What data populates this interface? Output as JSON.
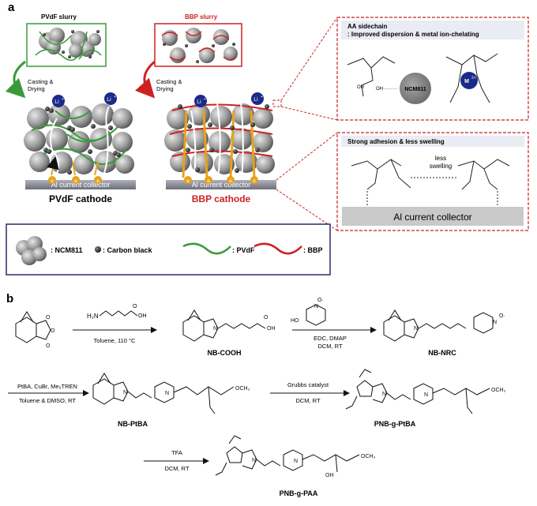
{
  "panel_a": {
    "label": "a",
    "pvdf_slurry": "PVdF slurry",
    "bbp_slurry": "BBP slurry",
    "casting_left": "Casting &",
    "drying_left": "Drying",
    "casting_right": "Casting &",
    "drying_right": "Drying",
    "li_ion": "Li",
    "li_sup": "+",
    "electron": "e",
    "collector_left": "Al current collector",
    "collector_right": "Al current collector",
    "pvdf_cathode": "PVdF cathode",
    "bbp_cathode": "BBP cathode",
    "aa_box": {
      "title_line1": "AA sidechain",
      "title_line2": ": Improved dispersion & metal ion-chelating",
      "ncm_label": "NCM811",
      "metal_label": "M",
      "metal_sup": "2+"
    },
    "adhesion_box": {
      "title": "Strong adhesion & less swelling",
      "less": "less",
      "swelling": "swelling",
      "collector": "Al current collector"
    },
    "legend": {
      "ncm": ": NCM811",
      "carbon": ": Carbon black",
      "pvdf": ": PVdF",
      "bbp": ": BBP"
    }
  },
  "panel_b": {
    "label": "b",
    "step1_reagent": "H₂N",
    "step1_condition": "Toluene, 110 °C",
    "nb_cooh": "NB-COOH",
    "step2_reagent_ho": "HO",
    "step2_conditions_1": "EDC, DMAP",
    "step2_conditions_2": "DCM, RT",
    "nb_nrc": "NB-NRC",
    "step3_conditions_1": "PtBA, CuBr, Me₆TREN",
    "step3_conditions_2": "Toluene & DMSO, RT",
    "nb_ptba": "NB-PtBA",
    "step4_conditions_1": "Grubbs catalyst",
    "step4_conditions_2": "DCM, RT",
    "pnb_g_ptba": "PNB-g-PtBA",
    "step5_conditions_1": "TFA",
    "step5_conditions_2": "DCM, RT",
    "pnb_g_paa": "PNB-g-PAA"
  },
  "colors": {
    "pvdf_green": "#3a9a3a",
    "bbp_red": "#cc2222",
    "dashed_red": "#cc2222",
    "legend_border": "#2a2a6a",
    "li_blue": "#1b2a8a",
    "electron_orange": "#e8a21a",
    "collector_gray": "#8a8d96"
  }
}
